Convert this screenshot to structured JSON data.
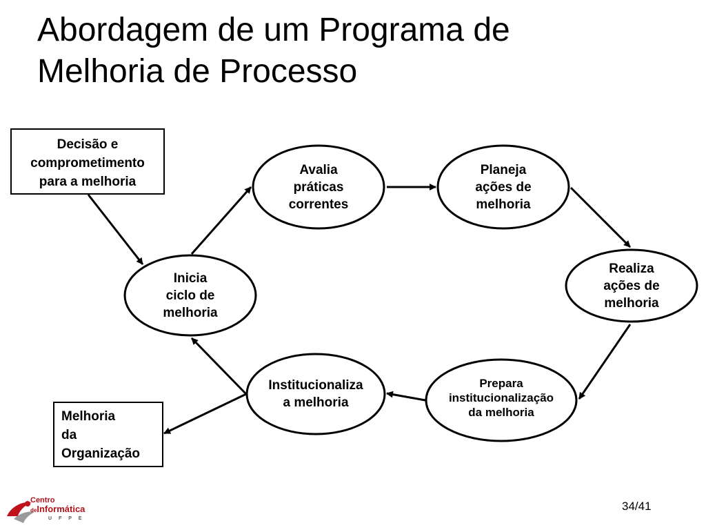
{
  "title": {
    "line1": "Abordagem de um Programa de",
    "line2": "Melhoria de Processo"
  },
  "boxes": {
    "decision": {
      "line1": "Decisão e",
      "line2": "comprometimento",
      "line3": "para a melhoria"
    },
    "organization": {
      "line1": "Melhoria",
      "line2": "da",
      "line3": "Organização"
    }
  },
  "nodes": {
    "inicia": {
      "line1": "Inicia",
      "line2": "ciclo de",
      "line3": "melhoria"
    },
    "avalia": {
      "line1": "Avalia",
      "line2": "práticas",
      "line3": "correntes"
    },
    "planeja": {
      "line1": "Planeja",
      "line2": "ações de",
      "line3": "melhoria"
    },
    "realiza": {
      "line1": "Realiza",
      "line2": "ações de",
      "line3": "melhoria"
    },
    "prepara": {
      "line1": "Prepara",
      "line2": "institucionalização",
      "line3": "da melhoria"
    },
    "institucionaliza": {
      "line1": "Institucionaliza",
      "line2": "a melhoria"
    }
  },
  "footer": {
    "logo": {
      "line1": "Centro",
      "line2": "Informática",
      "prefix": "de",
      "line3": "U F P E"
    },
    "page": "34/41"
  }
}
